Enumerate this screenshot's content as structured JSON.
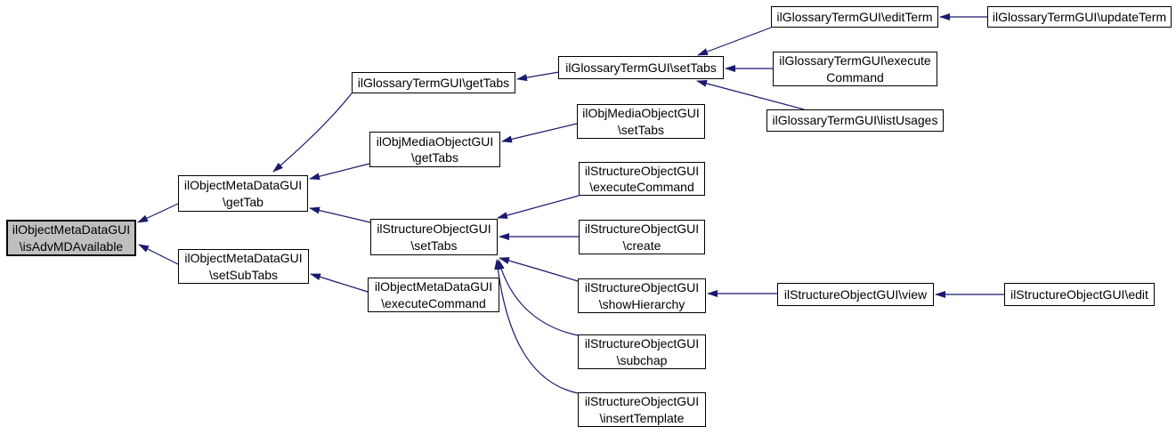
{
  "diagram": {
    "type": "call-graph",
    "background_color": "#ffffff",
    "node_fill_color": "#ffffff",
    "node_border_color": "#000000",
    "highlighted_node_fill_color": "#bfbfbf",
    "edge_color": "#191970",
    "text_color": "#000000",
    "highlighted_node": "ilObjectMetaDataGUI\\isAdvMDAvailable",
    "nodes": [
      {
        "id": "isAdvMDAvailable",
        "label": "ilObjectMetaDataGUI\n\\isAdvMDAvailable",
        "highlighted": true
      },
      {
        "id": "getTab",
        "label": "ilObjectMetaDataGUI\n\\getTab"
      },
      {
        "id": "setSubTabs",
        "label": "ilObjectMetaDataGUI\n\\setSubTabs"
      },
      {
        "id": "objectMetaData-executeCommand",
        "label": "ilObjectMetaDataGUI\n\\executeCommand"
      },
      {
        "id": "glossaryTerm-getTabs",
        "label": "ilGlossaryTermGUI\\getTabs"
      },
      {
        "id": "objMediaObject-getTabs",
        "label": "ilObjMediaObjectGUI\n\\getTabs"
      },
      {
        "id": "structureObject-setTabs",
        "label": "ilStructureObjectGUI\n\\setTabs"
      },
      {
        "id": "glossaryTerm-setTabs",
        "label": "ilGlossaryTermGUI\\setTabs"
      },
      {
        "id": "objMediaObject-setTabs",
        "label": "ilObjMediaObjectGUI\n\\setTabs"
      },
      {
        "id": "structureObject-executeCommand",
        "label": "ilStructureObjectGUI\n\\executeCommand"
      },
      {
        "id": "structureObject-create",
        "label": "ilStructureObjectGUI\n\\create"
      },
      {
        "id": "structureObject-showHierarchy",
        "label": "ilStructureObjectGUI\n\\showHierarchy"
      },
      {
        "id": "structureObject-subchap",
        "label": "ilStructureObjectGUI\n\\subchap"
      },
      {
        "id": "structureObject-insertTemplate",
        "label": "ilStructureObjectGUI\n\\insertTemplate"
      },
      {
        "id": "glossaryTerm-editTerm",
        "label": "ilGlossaryTermGUI\\editTerm"
      },
      {
        "id": "glossaryTerm-executeCommand",
        "label": "ilGlossaryTermGUI\\execute\nCommand"
      },
      {
        "id": "glossaryTerm-listUsages",
        "label": "ilGlossaryTermGUI\\listUsages"
      },
      {
        "id": "structureObject-view",
        "label": "ilStructureObjectGUI\\view"
      },
      {
        "id": "structureObject-edit",
        "label": "ilStructureObjectGUI\\edit"
      },
      {
        "id": "glossaryTerm-updateTerm",
        "label": "ilGlossaryTermGUI\\updateTerm"
      }
    ],
    "edges": [
      {
        "from": "getTab",
        "to": "isAdvMDAvailable"
      },
      {
        "from": "setSubTabs",
        "to": "isAdvMDAvailable"
      },
      {
        "from": "glossaryTerm-getTabs",
        "to": "getTab"
      },
      {
        "from": "objMediaObject-getTabs",
        "to": "getTab"
      },
      {
        "from": "structureObject-setTabs",
        "to": "getTab"
      },
      {
        "from": "objectMetaData-executeCommand",
        "to": "setSubTabs"
      },
      {
        "from": "glossaryTerm-setTabs",
        "to": "glossaryTerm-getTabs"
      },
      {
        "from": "objMediaObject-setTabs",
        "to": "objMediaObject-getTabs"
      },
      {
        "from": "glossaryTerm-editTerm",
        "to": "glossaryTerm-setTabs"
      },
      {
        "from": "glossaryTerm-executeCommand",
        "to": "glossaryTerm-setTabs"
      },
      {
        "from": "glossaryTerm-listUsages",
        "to": "glossaryTerm-setTabs"
      },
      {
        "from": "glossaryTerm-updateTerm",
        "to": "glossaryTerm-editTerm"
      },
      {
        "from": "structureObject-executeCommand",
        "to": "structureObject-setTabs"
      },
      {
        "from": "structureObject-create",
        "to": "structureObject-setTabs"
      },
      {
        "from": "structureObject-showHierarchy",
        "to": "structureObject-setTabs"
      },
      {
        "from": "structureObject-subchap",
        "to": "structureObject-setTabs"
      },
      {
        "from": "structureObject-insertTemplate",
        "to": "structureObject-setTabs"
      },
      {
        "from": "structureObject-view",
        "to": "structureObject-showHierarchy"
      },
      {
        "from": "structureObject-edit",
        "to": "structureObject-view"
      }
    ]
  }
}
